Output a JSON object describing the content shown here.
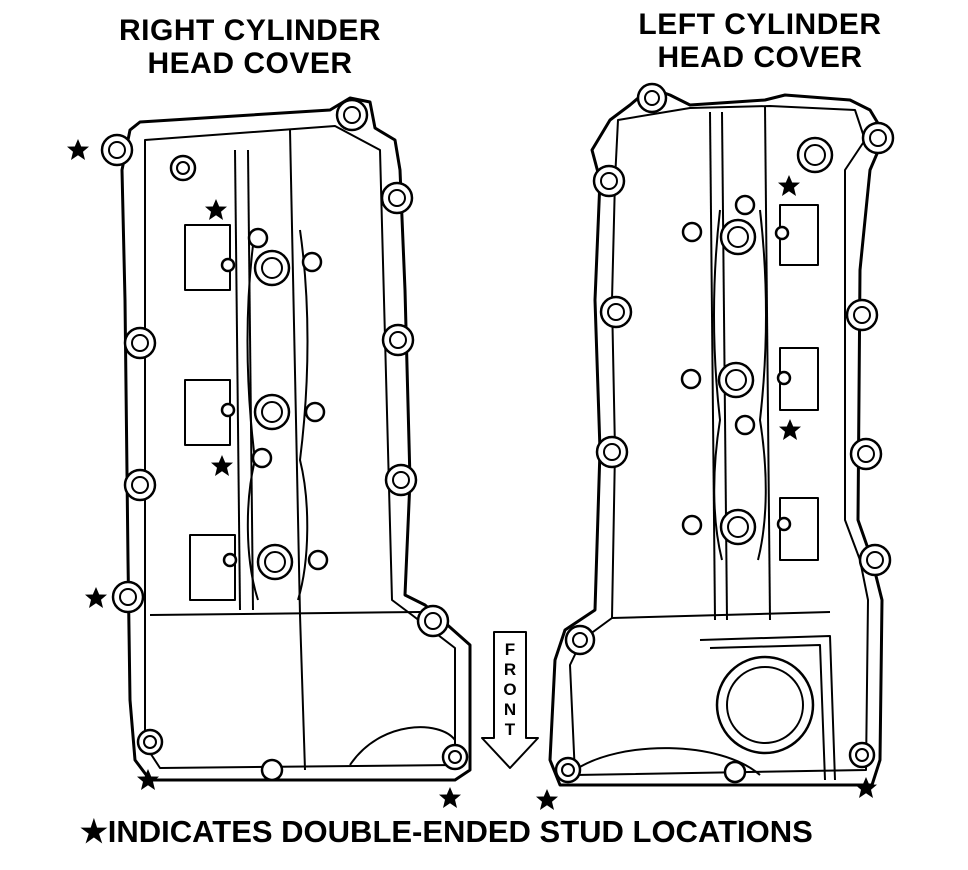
{
  "titles": {
    "right_cover": "RIGHT CYLINDER\nHEAD COVER",
    "left_cover": "LEFT CYLINDER\nHEAD COVER"
  },
  "front_arrow": {
    "letters": [
      "F",
      "R",
      "O",
      "N",
      "T"
    ]
  },
  "caption": {
    "star_glyph": "★",
    "text": "INDICATES DOUBLE-ENDED STUD LOCATIONS"
  },
  "icons": {
    "stud_marker": "star-icon",
    "direction": "down-arrow-icon"
  }
}
